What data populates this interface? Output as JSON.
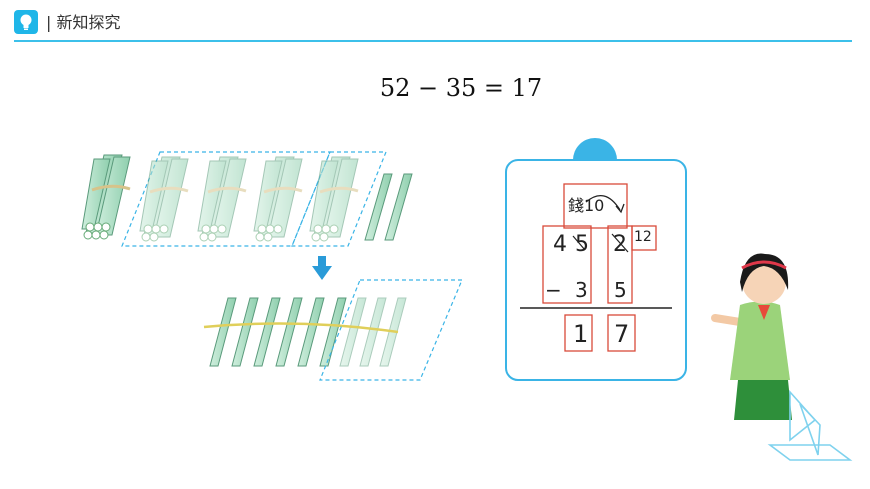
{
  "header": {
    "title": "| 新知探究",
    "icon": "lightbulb-icon"
  },
  "equation": "52 − 35 = 17",
  "board": {
    "regroup_note": "錢10",
    "top_tens": "4",
    "top_tens_struck": "5",
    "top_ones_struck": "2",
    "top_ones_new": "12",
    "minus_sign": "−",
    "sub_tens": "3",
    "sub_ones": "5",
    "result_tens": "1",
    "result_ones": "7"
  },
  "colors": {
    "accent": "#1fb6e8",
    "stick": "#a8dcc0",
    "highlight_box": "#d94a3a"
  }
}
